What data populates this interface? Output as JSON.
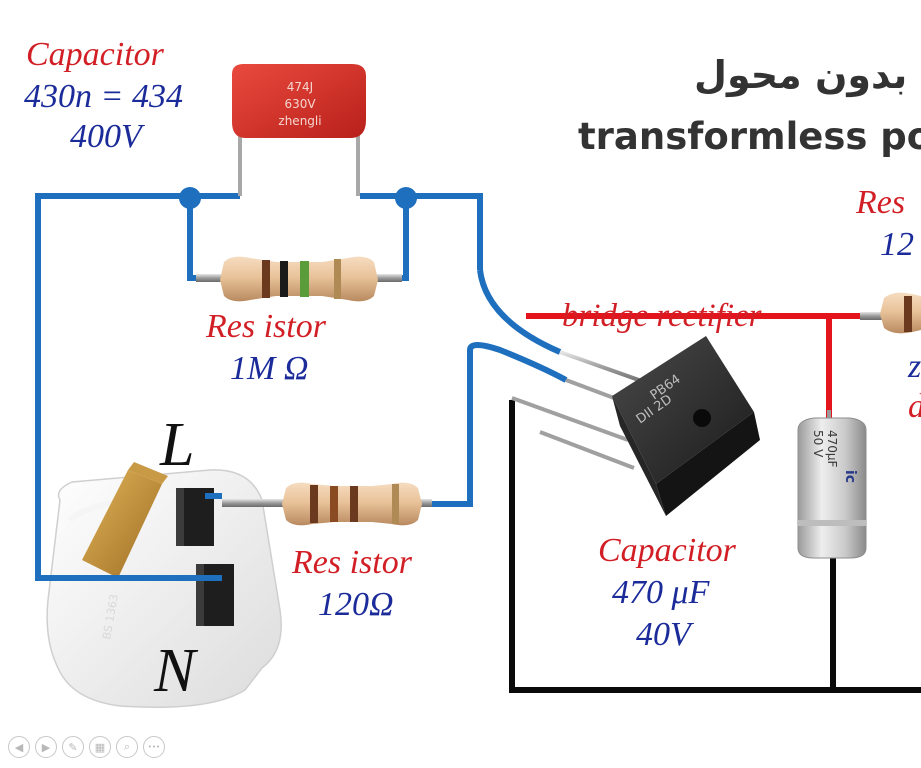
{
  "heading": {
    "arabic": "ة بدون محول",
    "english": "transformless pow"
  },
  "components": {
    "film_capacitor": {
      "label": "Capacitor",
      "value1": "430n = 434",
      "value2": "400V",
      "marking": [
        "474J",
        "630V",
        "zhengli"
      ]
    },
    "resistor_1m": {
      "label": "Res istor",
      "value": "1M Ω"
    },
    "resistor_120": {
      "label": "Res istor",
      "value": "120Ω"
    },
    "bridge": {
      "label": "bridge rectifier",
      "marking": [
        "DII 2D",
        "PB64"
      ]
    },
    "electrolytic": {
      "label": "Capacitor",
      "value1": "470 μF",
      "value2": "40V",
      "marking": [
        "50 V",
        "470μF",
        "ic"
      ]
    },
    "right_resistor": {
      "label": "Res",
      "value": "12"
    },
    "right_partial": [
      "z",
      "d"
    ]
  },
  "plug": {
    "line": "L",
    "neutral": "N"
  },
  "colors": {
    "wire_blue": "#1f6fbf",
    "wire_red": "#e3141b",
    "wire_black": "#0a0a0a",
    "label_red": "#d21f26",
    "label_blue": "#1b2c9a",
    "capacitor_red": "#d9302a"
  },
  "toolbar": [
    {
      "icon": "prev-icon",
      "glyph": "◀"
    },
    {
      "icon": "next-icon",
      "glyph": "▶"
    },
    {
      "icon": "pen-icon",
      "glyph": "✎"
    },
    {
      "icon": "slides-icon",
      "glyph": "▦"
    },
    {
      "icon": "zoom-icon",
      "glyph": "⌕"
    },
    {
      "icon": "more-icon",
      "glyph": "•••"
    }
  ]
}
